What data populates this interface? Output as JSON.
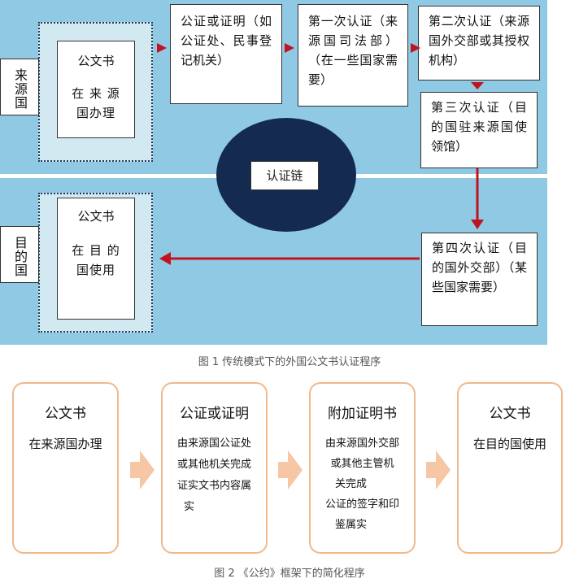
{
  "figure1": {
    "caption": "图 1  传统模式下的外国公文书认证程序",
    "origin_label": "来源国",
    "destination_label": "目的国",
    "origin_doc": {
      "title": "公文书",
      "body": "在 来 源 国办理"
    },
    "destination_doc": {
      "title": "公文书",
      "body": "在 目 的 国使用"
    },
    "notary": "公证或证明（如公证处、民事登记机关）",
    "first_auth": "第一次认证（来源国司法部）（在一些国家需要）",
    "second_auth": "第二次认证（来源国外交部或其授权机构）",
    "third_auth": "第三次认证（目的国驻来源国使领馆）",
    "fourth_auth": "第四次认证（目的国外交部）（某些国家需要）",
    "chain_label": "认证链",
    "colors": {
      "background": "#8fc9e3",
      "panel": "#d3e9f2",
      "ellipse": "#152a4f",
      "arrow": "#c0141e"
    }
  },
  "figure2": {
    "caption": "图 2  《公约》框架下的简化程序",
    "steps": [
      {
        "title": "公文书",
        "lines": [
          "在来源国办理"
        ]
      },
      {
        "title": "公证或证明",
        "lines": [
          "由来源国公证处",
          "或其他机关完成",
          "证实文书内容属",
          "实"
        ]
      },
      {
        "title": "附加证明书",
        "lines": [
          "由来源国外交部",
          "或其他主管机",
          "关完成",
          "公证的签字和印",
          "鉴属实"
        ]
      },
      {
        "title": "公文书",
        "lines": [
          "在目的国使用"
        ]
      }
    ],
    "colors": {
      "border": "#f0b98c",
      "arrow": "#f7c6a4"
    }
  }
}
